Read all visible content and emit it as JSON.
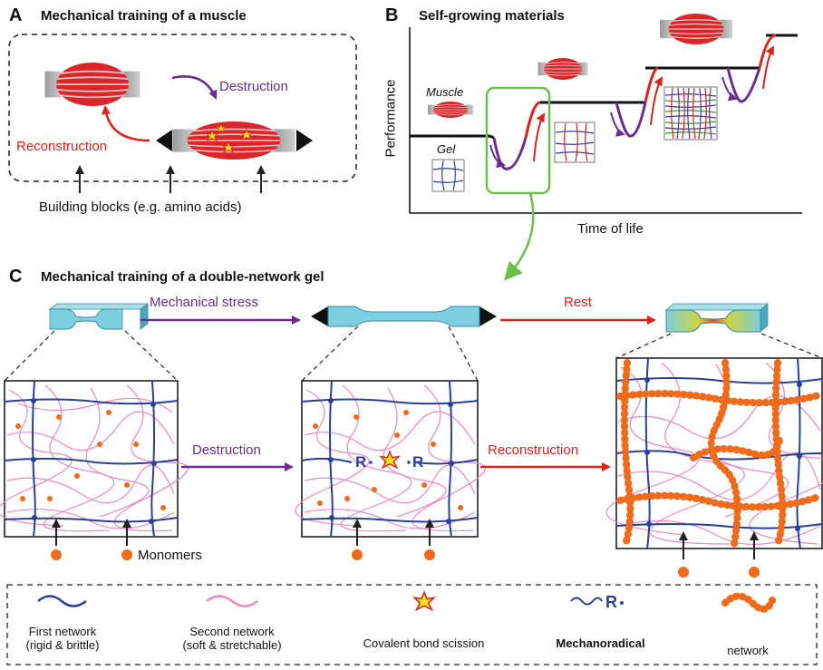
{
  "panel_a": {
    "letter": "A",
    "title": "Mechanical training of a muscle",
    "destruction": "Destruction",
    "reconstruction": "Reconstruction",
    "building_blocks": "Building blocks (e.g. amino acids)"
  },
  "panel_b": {
    "letter": "B",
    "title": "Self-growing materials",
    "muscle": "Muscle",
    "gel": "Gel",
    "ylabel": "Performance",
    "xlabel": "Time of life"
  },
  "panel_c": {
    "letter": "C",
    "title": "Mechanical training of a double-network gel",
    "mechanical_stress": "Mechanical stress",
    "rest": "Rest",
    "destruction": "Destruction",
    "reconstruction": "Reconstruction",
    "monomers": "Monomers",
    "radical_symbol": "R"
  },
  "legend": {
    "first_network": "First network\n(rigid & brittle)",
    "second_network": "Second network\n(soft & stretchable)",
    "scission": "Covalent bond scission",
    "mechanoradical": "Mechanoradical",
    "new_network": "network"
  },
  "colors": {
    "purple": "#6a2c91",
    "red": "#e0201b",
    "blue_network": "#2a3e9c",
    "pink_network": "#e98ac0",
    "orange": "#ef6a1a",
    "green_box": "#6cc04a",
    "gel_cyan": "#7ccfe0"
  }
}
